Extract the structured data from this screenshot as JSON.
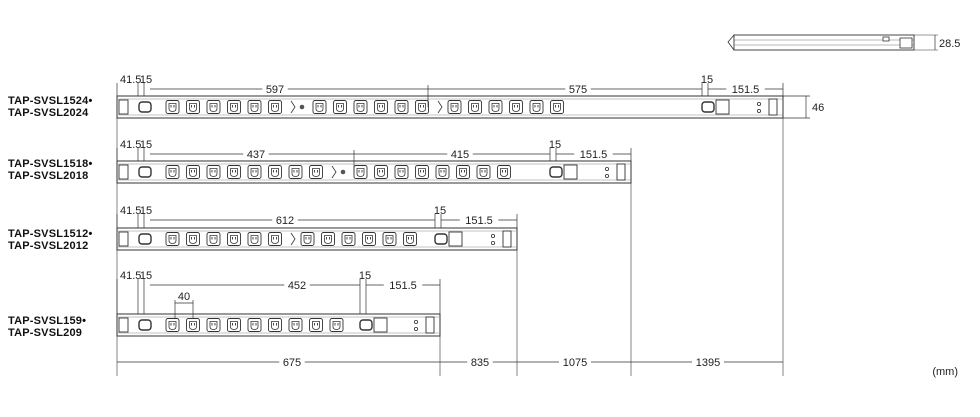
{
  "units": "(mm)",
  "top_view": {
    "height_label": "28.5"
  },
  "bars": [
    {
      "models": [
        "TAP-SVSL1524•",
        "TAP-SVSL2024"
      ],
      "outlet_groups": [
        6,
        6,
        6
      ],
      "dims": {
        "end_left": "41.5",
        "bracket": "15",
        "span_1": "597",
        "span_2": "575",
        "bracket_right": "15",
        "end_right": "151.5"
      },
      "height_label": "46",
      "total_length": "1395"
    },
    {
      "models": [
        "TAP-SVSL1518•",
        "TAP-SVSL2018"
      ],
      "outlet_groups": [
        8,
        8
      ],
      "dims": {
        "end_left": "41.5",
        "bracket": "15",
        "span_1": "437",
        "span_2": "415",
        "bracket_right": "15",
        "end_right": "151.5"
      },
      "total_length": "1075"
    },
    {
      "models": [
        "TAP-SVSL1512•",
        "TAP-SVSL2012"
      ],
      "outlet_groups": [
        6,
        6
      ],
      "dims": {
        "end_left": "41.5",
        "bracket": "15",
        "span_1": "612",
        "bracket_right": "15",
        "end_right": "151.5"
      },
      "total_length": "835"
    },
    {
      "models": [
        "TAP-SVSL159•",
        "TAP-SVSL209"
      ],
      "outlet_groups": [
        9
      ],
      "dims": {
        "end_left": "41.5",
        "bracket": "15",
        "pitch": "40",
        "span_1": "452",
        "bracket_right": "15",
        "end_right": "151.5"
      },
      "total_length": "675"
    }
  ]
}
